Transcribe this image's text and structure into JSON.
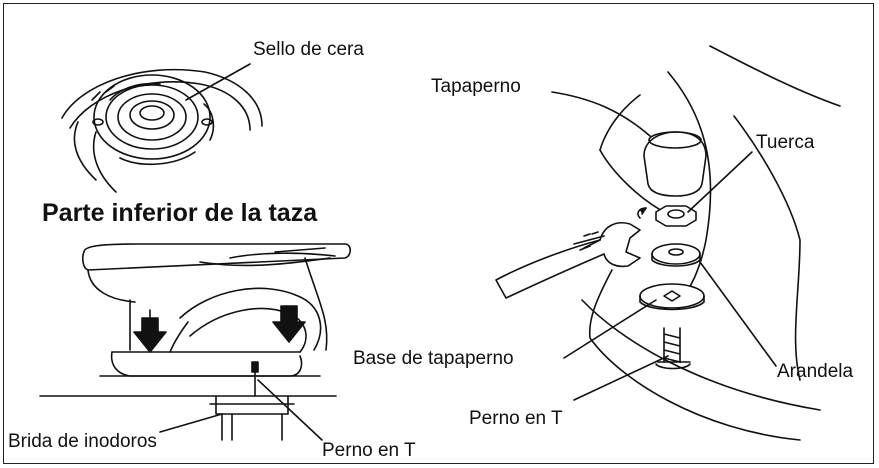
{
  "heading": "Parte inferior de la taza",
  "labels": {
    "wax_seal": "Sello de cera",
    "flange": "Brida de inodoros",
    "t_bolt_left": "Perno en T",
    "bolt_cap": "Tapaperno",
    "nut": "Tuerca",
    "washer": "Arandela",
    "cap_base": "Base de tapaperno",
    "t_bolt_right": "Perno en T"
  }
}
